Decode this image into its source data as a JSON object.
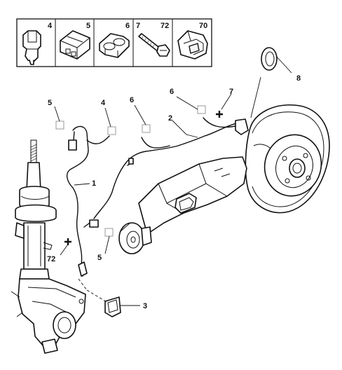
{
  "legend": [
    {
      "number": "4",
      "icon": "clip-icon"
    },
    {
      "number": "5",
      "icon": "connector-icon"
    },
    {
      "number": "6",
      "icon": "double-clip-icon"
    },
    {
      "number": "7",
      "icon": "screw-icon"
    },
    {
      "number": "72",
      "icon": "screw-icon"
    },
    {
      "number": "70",
      "icon": "bracket-icon"
    }
  ],
  "callouts": {
    "c8": "8",
    "c5a": "5",
    "c4": "4",
    "c6a": "6",
    "c2": "2",
    "c6b": "6",
    "c7": "7",
    "c1": "1",
    "c5b": "5",
    "c72": "72",
    "c3": "3"
  },
  "colors": {
    "line": "#111111",
    "placeholder": "#9a9a9a",
    "background": "#ffffff"
  }
}
